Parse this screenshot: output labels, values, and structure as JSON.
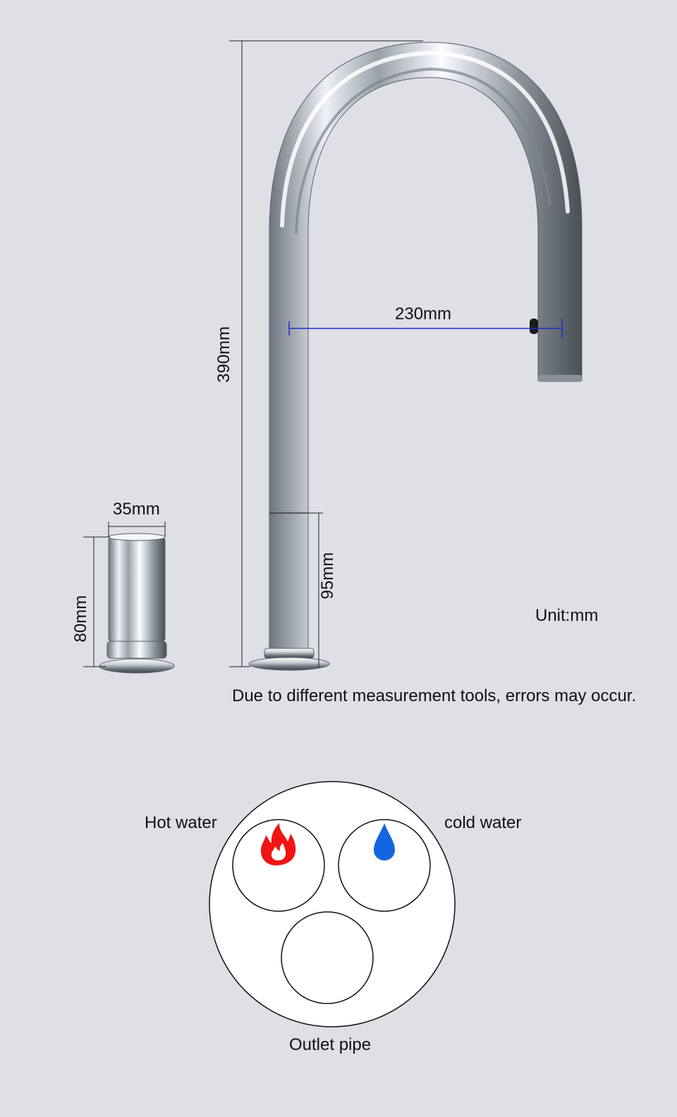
{
  "dimensions": {
    "height": "390mm",
    "reach": "230mm",
    "handle_diameter": "35mm",
    "handle_height": "80mm",
    "lower_section": "95mm"
  },
  "unit_note": "Unit:mm",
  "disclaimer": "Due to different measurement tools, errors may occur.",
  "hole_diagram": {
    "hot_label": "Hot water",
    "cold_label": "cold water",
    "outlet_label": "Outlet pipe",
    "hot_icon": "flame-icon",
    "cold_icon": "water-drop-icon",
    "hot_color": "#f01414",
    "cold_color": "#1565e0"
  },
  "colors": {
    "background": "#dfdfe6",
    "dimension_line_blue": "#1a2fd0"
  }
}
